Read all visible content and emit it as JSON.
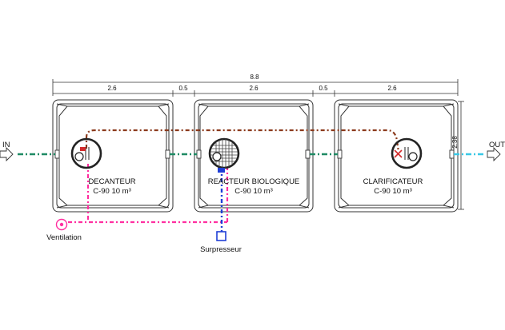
{
  "dimensions": {
    "total": "8.8",
    "tank_widths": [
      "2.6",
      "2.6",
      "2.6"
    ],
    "gaps": [
      "0.5",
      "0.5"
    ],
    "height": "2.38"
  },
  "flow": {
    "inlet": "IN",
    "outlet": "OUT"
  },
  "tanks": [
    {
      "name": "DECANTEUR",
      "model": "C-90 10 m³"
    },
    {
      "name": "REACTEUR BIOLOGIQUE",
      "model": "C-90 10 m³"
    },
    {
      "name": "CLARIFICATEUR",
      "model": "C-90 10 m³"
    }
  ],
  "equipment": {
    "ventilation": "Ventilation",
    "surpresseur": "Surpresseur"
  },
  "colors": {
    "outline": "#333333",
    "effluent_pipe": "#1f8a64",
    "outlet_pipe": "#39c8e6",
    "recirculation_pipe": "#8b3a1c",
    "ventilation_pipe": "#ff2fa0",
    "air_pipe": "#1f3fd6",
    "pump": "#d22b2b"
  },
  "icons": [
    "inlet-arrow-icon",
    "outlet-arrow-icon",
    "ventilation-icon",
    "surpresseur-icon",
    "pump-icon"
  ]
}
